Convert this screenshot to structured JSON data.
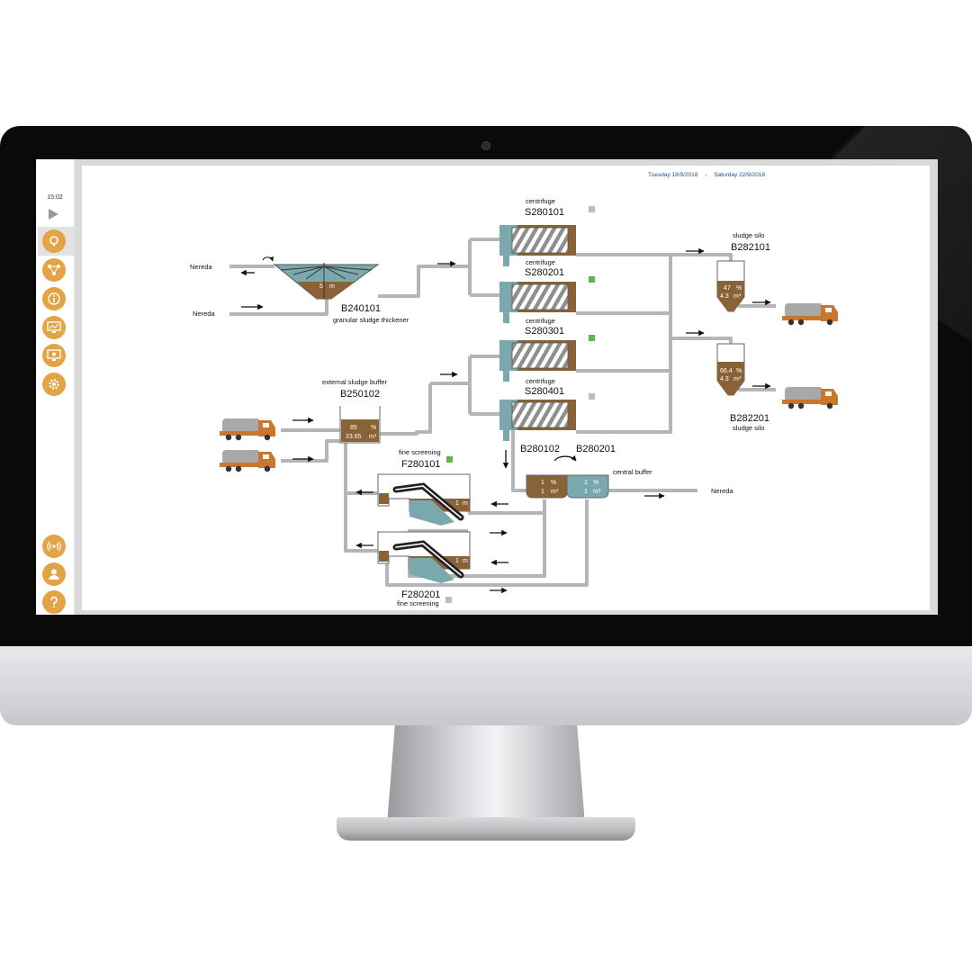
{
  "sidebar": {
    "time": "15:02",
    "nav_icons": [
      "location-pin-icon",
      "network-icon",
      "info-icon",
      "monitor-chart-icon",
      "screen-icon",
      "gear-icon"
    ],
    "bottom_icons": [
      "signal-icon",
      "user-icon",
      "help-icon"
    ]
  },
  "header": {
    "date_from": "Tuesday 18/9/2018",
    "separator": "-",
    "date_to": "Saturday 22/9/2018"
  },
  "thickener": {
    "label_in_top": "Nereda",
    "label_in_bottom": "Nereda",
    "level": "5",
    "level_unit": "m",
    "id": "B240101",
    "name": "granular sludge thickener"
  },
  "centrifuges": [
    {
      "caption": "centrifuge",
      "id": "S280101",
      "status_color": "#bdbdbd"
    },
    {
      "caption": "centrifuge",
      "id": "S280201",
      "status_color": "#5db84a"
    },
    {
      "caption": "centrifuge",
      "id": "S280301",
      "status_color": "#5db84a"
    },
    {
      "caption": "centrifuge",
      "id": "S280401",
      "status_color": "#bdbdbd"
    }
  ],
  "silos": [
    {
      "caption": "sludge silo",
      "id": "B282101",
      "percent": "47",
      "percent_unit": "%",
      "volume": "4.3",
      "volume_unit": "m³"
    },
    {
      "caption": "sludge silo",
      "id": "B282201",
      "percent": "66.4",
      "percent_unit": "%",
      "volume": "4.3",
      "volume_unit": "m³"
    }
  ],
  "external_buffer": {
    "caption": "external sludge buffer",
    "id": "B250102",
    "percent": "85",
    "percent_unit": "%",
    "volume": "23.65",
    "volume_unit": "m³"
  },
  "screenings": [
    {
      "caption": "fine screening",
      "id": "F280101",
      "level": "1",
      "level_unit": "m",
      "status_color": "#5db84a"
    },
    {
      "caption": "fine screening",
      "id": "F280201",
      "level": "1",
      "level_unit": "m",
      "status_color": "#bdbdbd"
    }
  ],
  "central_buffer": {
    "caption": "central buffer",
    "left_id": "B280102",
    "right_id": "B280201",
    "left_percent": "1",
    "left_percent_unit": "%",
    "left_volume": "1",
    "left_volume_unit": "m³",
    "right_percent": "1",
    "right_percent_unit": "%",
    "right_volume": "1",
    "right_volume_unit": "m³",
    "out_label": "Nereda"
  },
  "colors": {
    "pipe": "#b5b5b5",
    "sludge": "#8a6238",
    "water": "#7aa9ad",
    "accent": "#e3a445",
    "truck_cab": "#c9762e",
    "truck_tank": "#a8a8a8"
  }
}
